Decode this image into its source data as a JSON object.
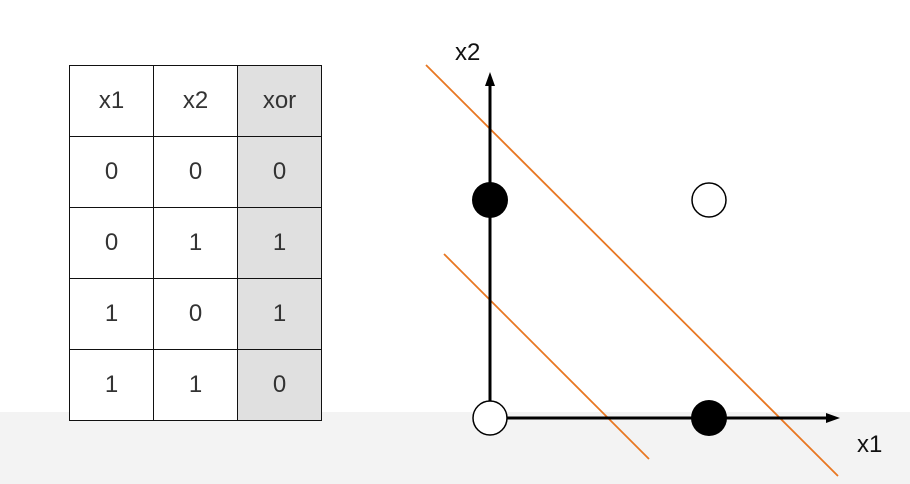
{
  "table": {
    "headers": [
      "x1",
      "x2",
      "xor"
    ],
    "rows": [
      [
        "0",
        "0",
        "0"
      ],
      [
        "0",
        "1",
        "1"
      ],
      [
        "1",
        "0",
        "1"
      ],
      [
        "1",
        "1",
        "0"
      ]
    ]
  },
  "plot": {
    "x_axis_label": "x1",
    "y_axis_label": "x2",
    "points": [
      {
        "x1": 0,
        "x2": 0,
        "fill": "hollow"
      },
      {
        "x1": 0,
        "x2": 1,
        "fill": "solid"
      },
      {
        "x1": 1,
        "x2": 0,
        "fill": "solid"
      },
      {
        "x1": 1,
        "x2": 1,
        "fill": "hollow"
      }
    ],
    "separator_color": "#e87722",
    "axis_color": "#000000"
  }
}
